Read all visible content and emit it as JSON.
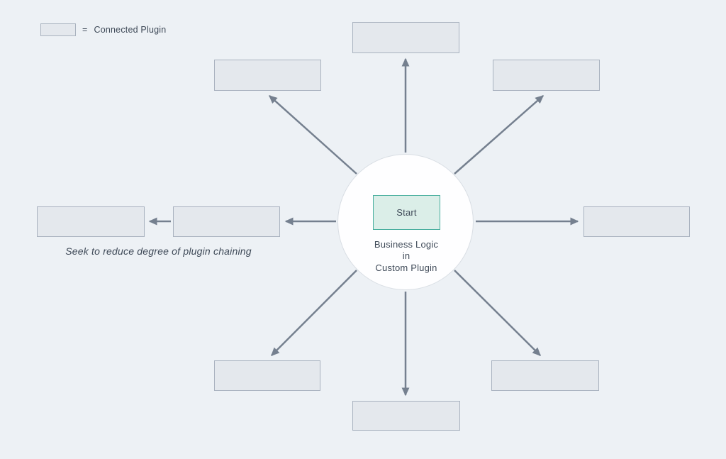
{
  "colors": {
    "background": "#EDF1F5",
    "box_fill": "#E4E8ED",
    "box_border": "#A9B2BF",
    "arrow": "#75808F",
    "text": "#3E4957",
    "circle_fill": "#FEFEFF",
    "circle_border": "#D9DEE4",
    "start_fill": "#DBEEE8",
    "start_border": "#4AAF9F"
  },
  "legend": {
    "eq": "=",
    "label": "Connected Plugin"
  },
  "center": {
    "start_label": "Start",
    "caption_lines": [
      "Business Logic",
      "in",
      "Custom Plugin"
    ]
  },
  "note": "Seek to reduce degree of plugin chaining",
  "connected_plugin_count": 9
}
